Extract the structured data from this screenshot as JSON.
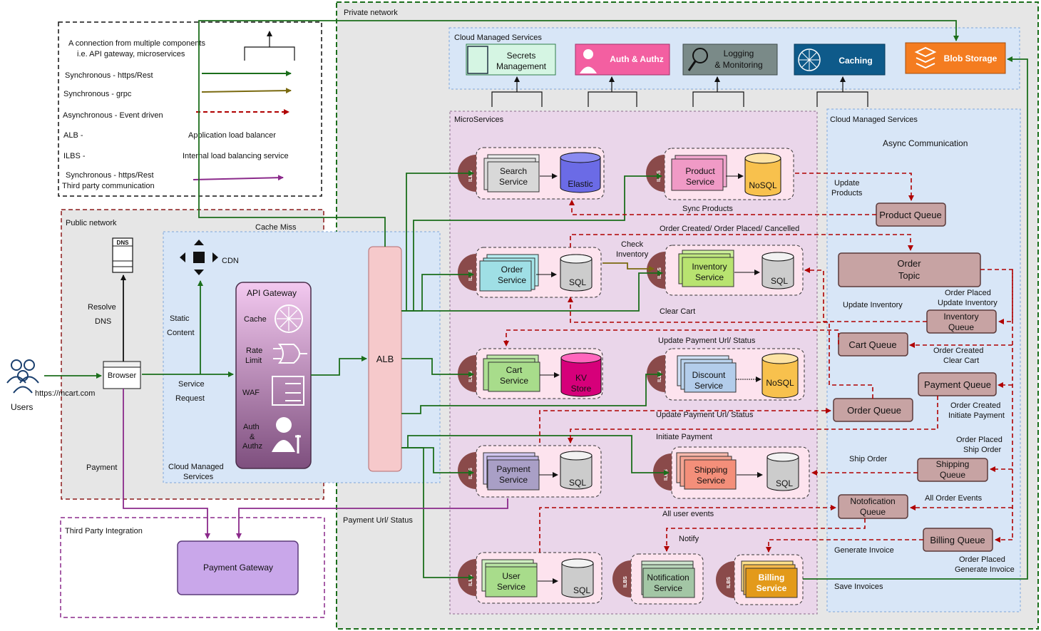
{
  "colors": {
    "sync": "#1b6e1b",
    "grpc": "#7a6a10",
    "async": "#b00000",
    "third_party": "#8b2a8b",
    "queue_fill": "#c7a3a3",
    "queue_border": "#5b3a3a",
    "micro_bg": "#ead6ea",
    "cloud_bg": "#d8e6f7"
  },
  "legend": {
    "multi_line1": "A connection from multiple components",
    "multi_line2": "i.e. API gateway, microservices",
    "sync_https": "Synchronous - https/Rest",
    "sync_grpc": "Synchronous - grpc",
    "async_event": "Asynchronous - Event driven",
    "alb_key": "ALB -",
    "alb_value": "Application load balancer",
    "ilbs_key": "ILBS -",
    "ilbs_value": "Internal load balancing service",
    "third_line1": "Synchronous - https/Rest",
    "third_line2": "Third party communication"
  },
  "regions": {
    "private_network": "Private network",
    "public_network": "Public network",
    "third_party": "Third Party Integration",
    "cloud_top": "Cloud Managed Services",
    "cloud_right": "Cloud Managed Services",
    "microservices": "MicroServices",
    "public_cloud_line1": "Cloud Managed",
    "public_cloud_line2": "Services"
  },
  "cloud_services": {
    "secrets_line1": "Secrets",
    "secrets_line2": "Management",
    "auth": "Auth & Authz",
    "logging_line1": "Logging",
    "logging_line2": "& Monitoring",
    "caching": "Caching",
    "blob": "Blob Storage"
  },
  "client": {
    "users": "Users",
    "url": "https://mcart.com",
    "browser": "Browser",
    "dns": "DNS",
    "cdn": "CDN",
    "resolve_line1": "Resolve",
    "resolve_line2": "DNS",
    "static_line1": "Static",
    "static_line2": "Content",
    "service_line1": "Service",
    "service_line2": "Request",
    "payment": "Payment",
    "cache_miss": "Cache Miss"
  },
  "gateway": {
    "title": "API Gateway",
    "cache": "Cache",
    "rate_line1": "Rate",
    "rate_line2": "Limit",
    "waf": "WAF",
    "auth_line1": "Auth",
    "auth_line2": "&",
    "auth_line3": "Authz",
    "alb": "ALB",
    "payment_gateway": "Payment Gateway"
  },
  "services": {
    "ilbs": "ILBS",
    "search_line1": "Search",
    "search_line2": "Service",
    "elastic": "Elastic",
    "product_line1": "Product",
    "product_line2": "Service",
    "nosql": "NoSQL",
    "order_line1": "Order",
    "order_line2": "Service",
    "sql": "SQL",
    "inventory_line1": "Inventory",
    "inventory_line2": "Service",
    "cart_line1": "Cart",
    "cart_line2": "Service",
    "kv_line1": "KV",
    "kv_line2": "Store",
    "discount_line1": "Discount",
    "discount_line2": "Service",
    "payment_line1": "Payment",
    "payment_line2": "Service",
    "shipping_line1": "Shipping",
    "shipping_line2": "Service",
    "user_line1": "User",
    "user_line2": "Service",
    "notification_line1": "Notification",
    "notification_line2": "Service",
    "billing_line1": "Billing",
    "billing_line2": "Service"
  },
  "queues": {
    "async_title": "Async Communication",
    "product_queue": "Product Queue",
    "order_topic_line1": "Order",
    "order_topic_line2": "Topic",
    "inventory_queue_line1": "Inventory",
    "inventory_queue_line2": "Queue",
    "cart_queue": "Cart Queue",
    "payment_queue": "Payment Queue",
    "order_queue": "Order Queue",
    "shipping_queue_line1": "Shipping",
    "shipping_queue_line2": "Queue",
    "notification_queue_line1": "Notofication",
    "notification_queue_line2": "Queue",
    "billing_queue": "Billing Queue"
  },
  "flow_labels": {
    "update_products_line1": "Update",
    "update_products_line2": "Products",
    "sync_products": "Sync Products",
    "order_events": "Order Created/ Order Placed/ Cancelled",
    "check_inventory_line1": "Check",
    "check_inventory_line2": "Inventory",
    "order_placed_update_line1": "Order Placed",
    "order_placed_update_line2": "Update Inventory",
    "update_inventory": "Update Inventory",
    "clear_cart": "Clear Cart",
    "update_payment_1": "Update Payment Url/ Status",
    "order_created_clear_line1": "Order Created",
    "order_created_clear_line2": "Clear Cart",
    "update_payment_2": "Update Payment Url/ Status",
    "order_created_initiate_line1": "Order Created",
    "order_created_initiate_line2": "Initiate Payment",
    "initiate_payment": "Initiate Payment",
    "order_placed_ship_line1": "Order Placed",
    "order_placed_ship_line2": "Ship Order",
    "ship_order": "Ship Order",
    "all_order_events": "All Order Events",
    "all_user_events": "All user events",
    "payment_url_status": "Payment Url/ Status",
    "notify": "Notify",
    "generate_invoice": "Generate Invoice",
    "order_placed_generate_line1": "Order Placed",
    "order_placed_generate_line2": "Generate Invoice",
    "save_invoices": "Save Invoices"
  }
}
